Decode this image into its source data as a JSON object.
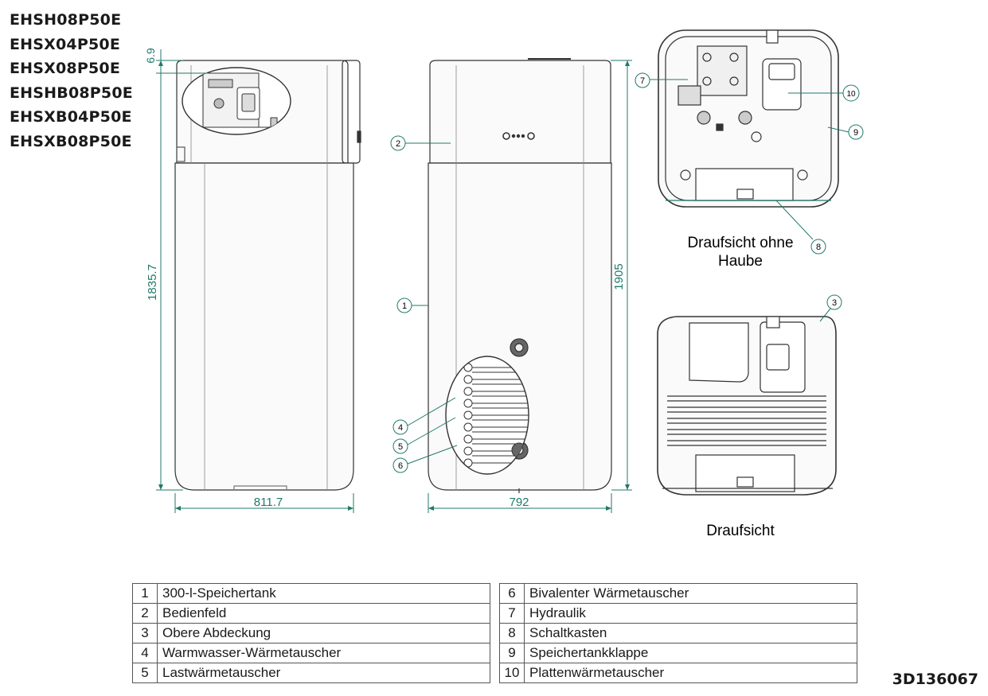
{
  "models": [
    "EHSH08P50E",
    "EHSX04P50E",
    "EHSX08P50E",
    "EHSHB08P50E",
    "EHSXB04P50E",
    "EHSXB08P50E"
  ],
  "dimensions": {
    "top_offset": "6.9",
    "height_side": "1835.7",
    "width_side": "811.7",
    "width_front": "792",
    "height_front": "1905"
  },
  "callouts": [
    "1",
    "2",
    "3",
    "4",
    "5",
    "6",
    "7",
    "8",
    "9",
    "10"
  ],
  "view_labels": {
    "top_without_cover": "Draufsicht ohne Haube",
    "top": "Draufsicht"
  },
  "legend_left": [
    {
      "num": "1",
      "text": "300-l-Speichertank"
    },
    {
      "num": "2",
      "text": "Bedienfeld"
    },
    {
      "num": "3",
      "text": "Obere Abdeckung"
    },
    {
      "num": "4",
      "text": "Warmwasser-Wärmetauscher"
    },
    {
      "num": "5",
      "text": "Lastwärmetauscher"
    }
  ],
  "legend_right": [
    {
      "num": "6",
      "text": "Bivalenter Wärmetauscher"
    },
    {
      "num": "7",
      "text": "Hydraulik"
    },
    {
      "num": "8",
      "text": "Schaltkasten"
    },
    {
      "num": "9",
      "text": "Speichertankklappe"
    },
    {
      "num": "10",
      "text": "Plattenwärmetauscher"
    }
  ],
  "doc_id": "3D136067",
  "colors": {
    "dimension": "#1f7a6a",
    "outline": "#333333"
  }
}
